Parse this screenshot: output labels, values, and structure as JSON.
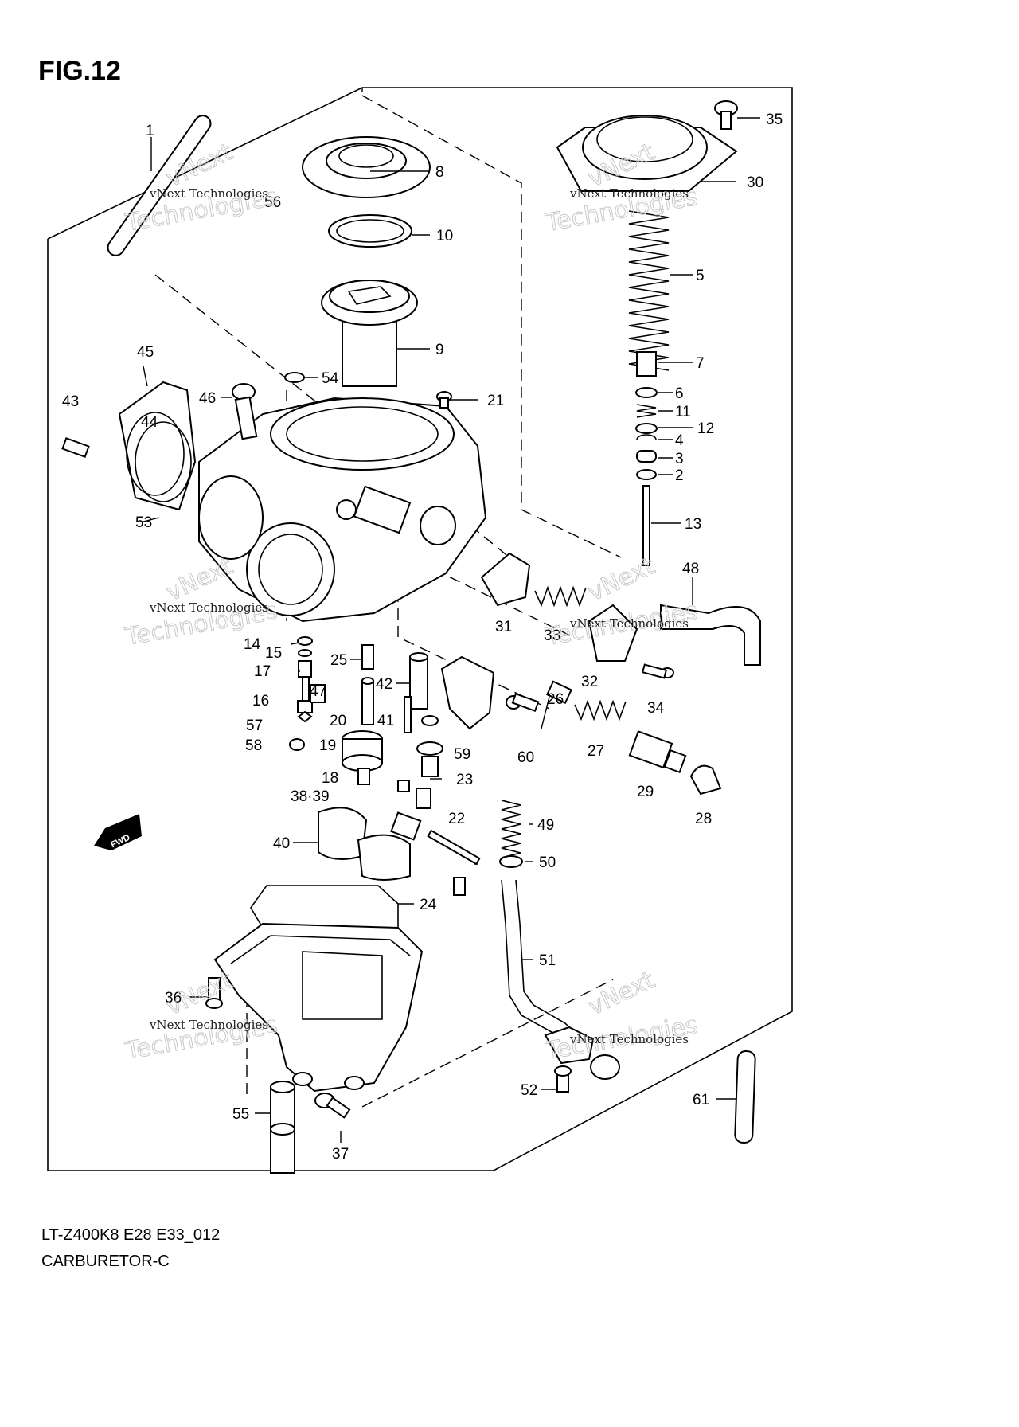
{
  "figure": {
    "title": "FIG.12",
    "model_code": "LT-Z400K8 E28 E33_012",
    "caption": "CARBURETOR-C"
  },
  "direction_badge": "FWD",
  "watermark": {
    "line1": "vNext Technologies",
    "line2": "Technologies",
    "line3": "vNext"
  },
  "callouts": [
    {
      "id": "1"
    },
    {
      "id": "56"
    },
    {
      "id": "8"
    },
    {
      "id": "10"
    },
    {
      "id": "9"
    },
    {
      "id": "35"
    },
    {
      "id": "30"
    },
    {
      "id": "5"
    },
    {
      "id": "7"
    },
    {
      "id": "6"
    },
    {
      "id": "11"
    },
    {
      "id": "12"
    },
    {
      "id": "4"
    },
    {
      "id": "3"
    },
    {
      "id": "2"
    },
    {
      "id": "13"
    },
    {
      "id": "45"
    },
    {
      "id": "43"
    },
    {
      "id": "44"
    },
    {
      "id": "46"
    },
    {
      "id": "54"
    },
    {
      "id": "21"
    },
    {
      "id": "53"
    },
    {
      "id": "48"
    },
    {
      "id": "31"
    },
    {
      "id": "33"
    },
    {
      "id": "32"
    },
    {
      "id": "34"
    },
    {
      "id": "14"
    },
    {
      "id": "15"
    },
    {
      "id": "17"
    },
    {
      "id": "25"
    },
    {
      "id": "42"
    },
    {
      "id": "47"
    },
    {
      "id": "16"
    },
    {
      "id": "20"
    },
    {
      "id": "41"
    },
    {
      "id": "57"
    },
    {
      "id": "19"
    },
    {
      "id": "58"
    },
    {
      "id": "59"
    },
    {
      "id": "60"
    },
    {
      "id": "26"
    },
    {
      "id": "27"
    },
    {
      "id": "18"
    },
    {
      "id": "23"
    },
    {
      "id": "38·39"
    },
    {
      "id": "29"
    },
    {
      "id": "28"
    },
    {
      "id": "22"
    },
    {
      "id": "49"
    },
    {
      "id": "40"
    },
    {
      "id": "50"
    },
    {
      "id": "24"
    },
    {
      "id": "51"
    },
    {
      "id": "36"
    },
    {
      "id": "52"
    },
    {
      "id": "61"
    },
    {
      "id": "55"
    },
    {
      "id": "37"
    }
  ]
}
